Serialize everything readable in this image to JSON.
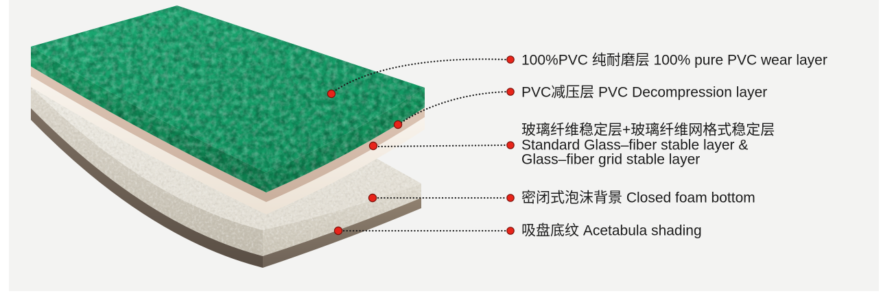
{
  "diagram": {
    "type": "product-layer-callout-diagram",
    "subject": "PVC sports flooring layer structure",
    "background_color": "#f3f3f2",
    "page_color": "#ffffff",
    "marker_color": "#e8241a",
    "leader_line_color": "#1a1a1a",
    "text_color": "#1b1b1b",
    "callouts": [
      {
        "id": "wear-layer",
        "lines": [
          "100%PVC 纯耐磨层 100% pure PVC wear layer"
        ]
      },
      {
        "id": "decompression-layer",
        "lines": [
          "PVC减压层 PVC Decompression layer"
        ]
      },
      {
        "id": "glass-fiber-layer",
        "lines": [
          "玻璃纤维稳定层+玻璃纤维网格式稳定层",
          "Standard Glass–fiber stable layer &",
          "Glass–fiber grid stable layer"
        ]
      },
      {
        "id": "foam-layer",
        "lines": [
          "密闭式泡沫背景 Closed foam bottom"
        ]
      },
      {
        "id": "bottom-layer",
        "lines": [
          "吸盘底纹 Acetabula shading"
        ]
      }
    ],
    "layers_top_to_bottom": [
      {
        "name": "pure PVC wear layer",
        "color": "#17a36f"
      },
      {
        "name": "PVC decompression layer",
        "color": "#d9c0af"
      },
      {
        "name": "glass-fiber stable layers",
        "color": "#f6f1e9"
      },
      {
        "name": "closed foam bottom",
        "color": "#e7e4db"
      },
      {
        "name": "acetabula shading bottom layer",
        "color": "#82immer"
      }
    ]
  }
}
